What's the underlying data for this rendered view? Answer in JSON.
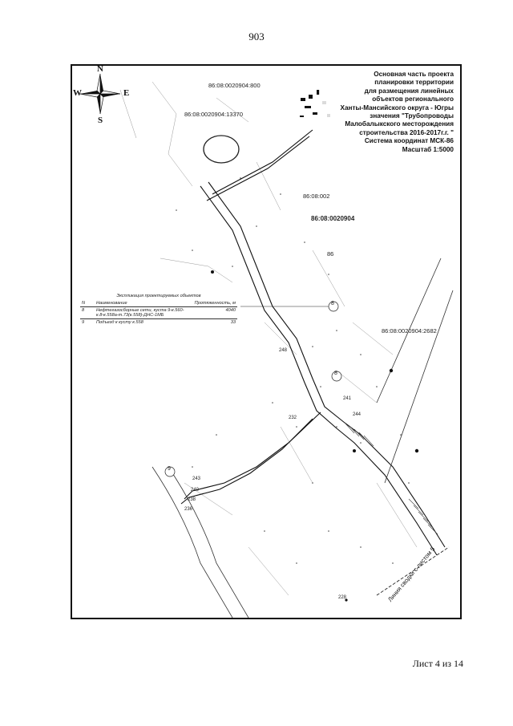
{
  "page_number": "903",
  "sheet_label": "Лист 4 из 14",
  "title": {
    "lines": [
      "Основная часть проекта",
      "планировки территории",
      "для размещения линейных",
      "объектов регионального",
      "Ханты-Мансийского округа - Югры",
      "значения \"Трубопроводы",
      "Малобалыкского месторождения",
      "строительства 2016-2017г.г. \"",
      "Система координат МСК-86",
      "Масштаб 1:5000"
    ]
  },
  "compass": {
    "n": "N",
    "s": "S",
    "w": "W",
    "e": "E"
  },
  "parcels": {
    "p1": "86:08:0020904:800",
    "p2": "86:08:0020904:13370",
    "p3": "86:08:002",
    "p4": "86:08:0020904",
    "p5": "86:08:0020904:2682",
    "p6": "86"
  },
  "legend": {
    "caption": "Экспликация проектируемых объектов",
    "headers": [
      "N",
      "Наименование",
      "Протяженность, м"
    ],
    "rows": [
      {
        "n": "8",
        "name": "Нефтегазосборные сети, куста 9-к.560-к.8-к.558а-т.73(к.558)-ДНС-1МБ",
        "length": "4040"
      },
      {
        "n": "9",
        "name": "Подъезд к кусту к.558",
        "length": "33"
      }
    ]
  },
  "markers": {
    "m8a": "8",
    "m8b": "8",
    "m9": "9"
  },
  "stations": [
    "248",
    "236",
    "241",
    "240",
    "243",
    "238",
    "244",
    "232",
    "228"
  ],
  "match_line_label": "Линия сводки с листом 5"
}
